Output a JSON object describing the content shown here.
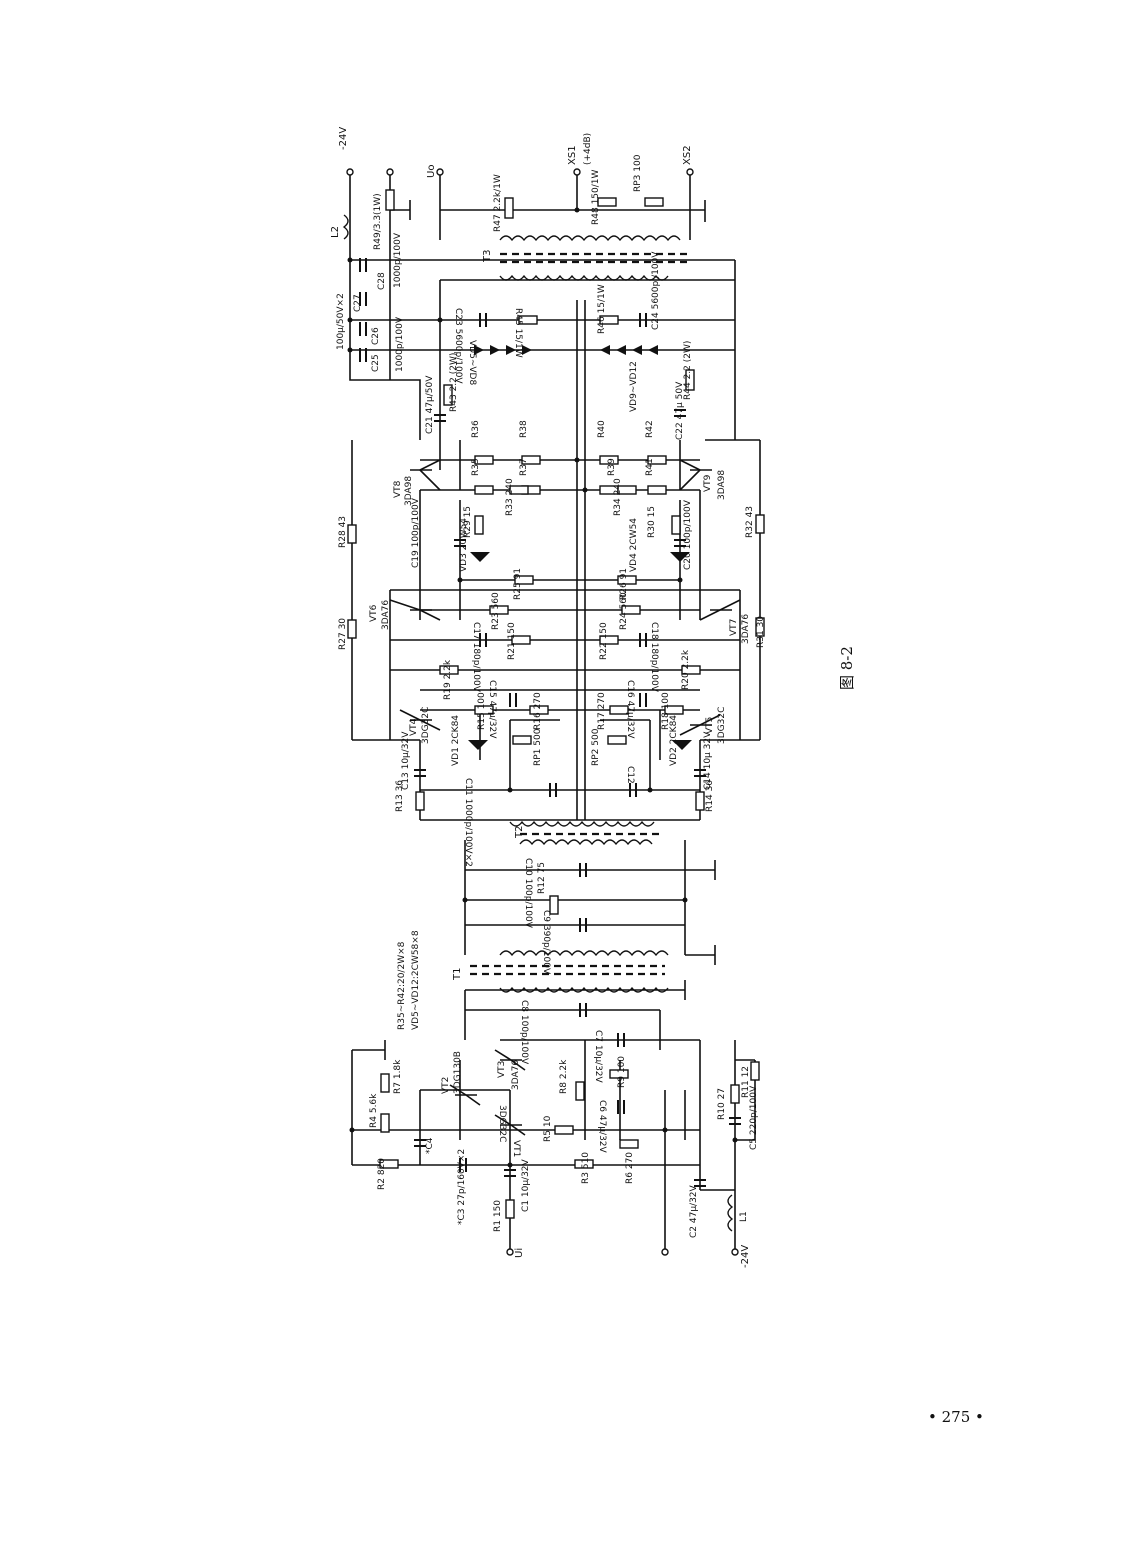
{
  "figure_caption": "图 8-2",
  "page_number": "• 275 •",
  "terminals": {
    "ui": "Ui",
    "uo": "Uo",
    "minus24_top": "-24V",
    "minus24_bottom": "-24V",
    "xs1": "XS1",
    "xs1_note": "(+4dB)",
    "xs2": "XS2"
  },
  "notes": {
    "n1": "R35~R42:20/2W×8",
    "n2": "VD5~VD12:2CW58×8"
  },
  "transformers": {
    "t1": "T1",
    "t2": "T2",
    "t3": "T3"
  },
  "transistors": {
    "vt1": "VT1",
    "vt1_type": "3DG32C",
    "vt2": "VT2",
    "vt2_type": "3DG130B",
    "vt3": "VT3",
    "vt3_type": "3DA76",
    "vt4": "VT4",
    "vt4_type": "3DG32C",
    "vt5": "VT5",
    "vt5_type": "3DG32C",
    "vt6": "VT6",
    "vt6_type": "3DA76",
    "vt7": "VT7",
    "vt7_type": "3DA76",
    "vt8": "VT8",
    "vt8_type": "3DA98",
    "vt9": "VT9",
    "vt9_type": "3DA98"
  },
  "parts": {
    "r1": "R1 150",
    "r2": "R2 820",
    "r3": "R3 510",
    "r4": "R4 5.6k",
    "r5": "R5 10",
    "r6": "R6 270",
    "r7": "R7 1.8k",
    "r8": "R8 2.2k",
    "r9": "R9 100",
    "r10": "R10 27",
    "r11": "R11 12",
    "r12": "R12 75",
    "r13": "R13 36",
    "r14": "R14 36",
    "r15": "R15 100",
    "r16": "R16 270",
    "r17": "R17 270",
    "r18": "R18 100",
    "r19": "R19 2.2k",
    "r20": "R20 2.2k",
    "r21": "R21 150",
    "r22": "R22 150",
    "r23": "R23 560",
    "r24": "R24 560",
    "r25": "R25 91",
    "r26": "R26 91",
    "r27": "R27 30",
    "r28": "R28 43",
    "r29": "R29 15",
    "r30": "R30 15",
    "r31": "R31 30",
    "r32": "R32 43",
    "r33": "R33 240",
    "r34": "R34 240",
    "r35": "R35",
    "r36": "R36",
    "r37": "R37",
    "r38": "R38",
    "r39": "R39",
    "r40": "R40",
    "r41": "R41",
    "r42": "R42",
    "r43": "R43 2.2 (2W)",
    "r44": "R44 2.2 (2W)",
    "r45": "R45 15/1W",
    "r46": "R46 15/1W",
    "r47": "R47 2.2k/1W",
    "r48": "R48 150/1W",
    "r49": "R49/3.3(1W)",
    "rp1": "RP1 500",
    "rp2": "RP2 500",
    "rp3": "RP3 100",
    "c1": "C1 10μ/32V",
    "c2": "C2 47μ/32V",
    "c3": "*C3 27p/160V×2",
    "c4": "*C4",
    "c5": "C5 220p/100V",
    "c6": "C6 47μ/32V",
    "c7": "C7 10μ/32V",
    "c8": "C8 100p/100V",
    "c9": "C9 390p/100V",
    "c10": "C10 100p/100V",
    "c11": "C11 1000p/100V×2",
    "c12": "C12",
    "c13": "C13 10μ/32V",
    "c14": "C14 10μ 32V",
    "c15": "C15 47μ/32V",
    "c16": "C16 47μ/32V",
    "c17": "C17 180p/100V",
    "c18": "C18 180p/100V",
    "c19": "C19 100p/100V",
    "c20": "C20 100p/100V",
    "c21": "C21 47μ/50V",
    "c22": "C22 47μ 50V",
    "c23": "C23 5600p/100V",
    "c24": "C24 5600p /100V",
    "c25": "C25",
    "c26": "C26",
    "c27": "C27",
    "c28": "C28",
    "c2528_note": "1000p/100V",
    "c2627_note": "100μ/50V×2",
    "c28_note": "1000p/100V",
    "vd1": "VD1 2CK84",
    "vd2": "VD2 2CK84",
    "vd3": "VD3 2CW54",
    "vd4": "VD4 2CW54",
    "vd58": "VD5~VD8",
    "vd912": "VD9~VD12",
    "l1": "L1",
    "l2": "L2"
  }
}
